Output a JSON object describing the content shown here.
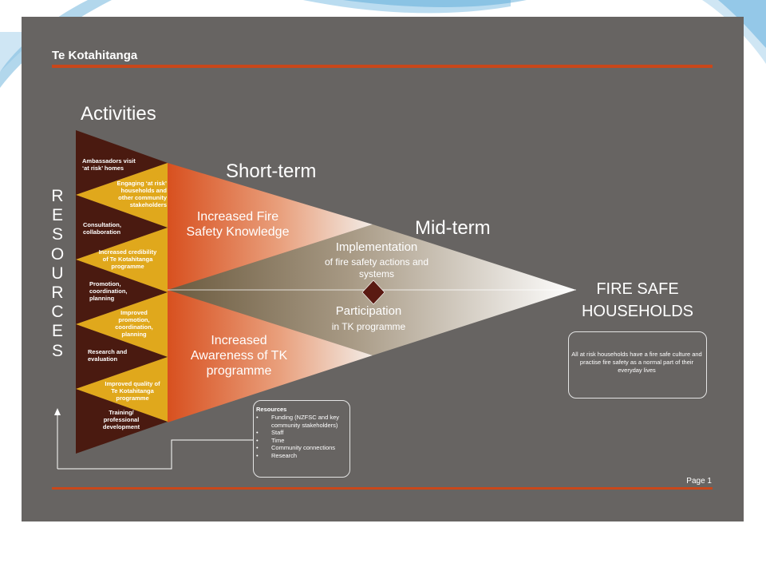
{
  "header": {
    "title": "Te Kotahitanga"
  },
  "footer": {
    "page": "Page 1"
  },
  "diagram": {
    "resources_vertical": [
      "R",
      "E",
      "S",
      "O",
      "U",
      "R",
      "C",
      "E",
      "S"
    ],
    "headings": {
      "activities": "Activities",
      "short_term": "Short-term",
      "mid_term": "Mid-term"
    },
    "activities_dark": [
      "Ambassadors visit\n‘at risk’ homes",
      "Consultation,\ncollaboration",
      "Promotion,\ncoordination,\nplanning",
      "Research and\nevaluation",
      "Training/\nprofessional\ndevelopment"
    ],
    "activities_gold": [
      "Engaging ‘at risk’\nhouseholds and\nother community\nstakeholders",
      "Increased credibility\nof Te Kotahitanga\nprogramme",
      "Improved\npromotion,\ncoordination,\nplanning",
      "Improved quality of\nTe Kotahitanga\nprogramme"
    ],
    "short_term_outcomes": [
      "Increased Fire\nSafety Knowledge",
      "Increased\nAwareness of TK\nprogramme"
    ],
    "mid_term_outcomes": {
      "implementation_title": "Implementation",
      "implementation_sub": "of fire safety actions and\nsystems",
      "participation_title": "Participation",
      "participation_sub": "in TK programme"
    },
    "goal": "FIRE SAFE\nHOUSEHOLDS",
    "goal_description": "All at risk households have a fire safe culture and practise fire safety as a normal part of their everyday lives",
    "resources_box": {
      "title": "Resources",
      "items": [
        "Funding (NZFSC and key community stakeholders)",
        "Staff",
        "Time",
        "Community connections",
        "Research"
      ]
    },
    "colors": {
      "slide_bg": "#676462",
      "accent_rule": "#c9471a",
      "dark_triangle": "#4a1a10",
      "gold_triangle": "#e0a81c",
      "orange": "#d8501f"
    }
  }
}
